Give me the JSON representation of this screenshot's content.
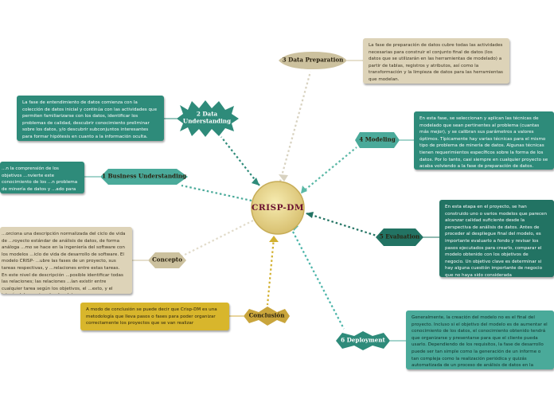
{
  "center": {
    "title": "CRISP-DM",
    "color": "#e8d27a"
  },
  "topics": {
    "data_understanding": {
      "label": "2 Data Understanding",
      "note": "La fase de entendimiento de datos comienza con la colección de datos inicial y continúa con las actividades que permiten familiarizarse con los datos, identificar los problemas de calidad, descubrir conocimiento preliminar sobre los datos, y/o descubrir subconjuntos interesantes para formar hipótesis en cuanto a la información oculta."
    },
    "data_preparation": {
      "label": "3 Data Preparation",
      "note": "La fase de preparación de datos cubre todas las actividades necesarias para construir el conjunto final de datos (los datos que se utilizarán en las herramientas de modelado) a partir de tablas, registros y atributos, así como la transformación y la limpieza de datos para las herramientas que modelan."
    },
    "modeling": {
      "label": "4 Modeling",
      "note": "En esta fase, se seleccionan y aplican las técnicas de modelado que sean pertinentes al problema (cuantas más mejor), y se calibran sus parámetros a valores óptimos. Típicamente hay varias técnicas para el mismo tipo de problema de minería de datos. Algunas técnicas tienen requerimientos específicos sobre la forma de los datos. Por lo tanto, casi siempre en cualquier proyecto se acaba volviendo a la fase de preparación de datos."
    },
    "business_understanding": {
      "label": "1 Business Understanding",
      "note": "...n la comprensión de los objetivos ...nvierte este conocimiento de los ...n problema de minería de datos y ...ado para alcanzar los objetivos."
    },
    "evaluation": {
      "label": "5 Evaluation",
      "note": "En esta etapa en el proyecto, se han construido uno o varios modelos que parecen alcanzar calidad suficiente desde la perspectiva de análisis de datos. Antes de proceder al despliegue final del modelo, es importante evaluarlo a fondo y revisar los pasos ejecutados para crearlo, comparar el modelo obtenido con los objetivos de negocio. Un objetivo clave es determinar si hay alguna cuestión importante de negocio que no haya sido considerada suficientemente. Al final de esta fase, se debería obtener una decisión sobre la aplicación de los resultados del proceso de análisis de datos."
    },
    "concepto": {
      "label": "Concepto",
      "note": "...orciona una descripción normalizada del ciclo de vida de ...royecto estándar de análisis de datos, de forma análoga ...mo se hace en la ingeniería del software con los modelos ...iclo de vida de desarrollo de software. El modelo CRISP- ...ubre las fases de un proyecto, sus tareas respectivas, y ...relaciones entre estas tareas. En este nivel de descripción ...posible identificar todas las relaciones; las relaciones ...ían existir entre cualquier tarea según los objetivos, el ...exto, y el interés del usuario sobre los datos."
    },
    "deployment": {
      "label": "6 Deployment",
      "note": "Generalmente, la creación del modelo no es el final del proyecto. Incluso si el objetivo del modelo es de aumentar el conocimiento de los datos, el conocimiento obtenido tendrá que organizarse y presentarse para que el cliente pueda usarlo. Dependiendo de los requisitos, la fase de desarrollo puede ser tan simple como la generación de un informe o tan compleja como la realización periódica y quizás automatizada de un proceso de análisis de datos en la organización."
    },
    "conclusion": {
      "label": "Conclusión",
      "note": "A modo de conclusión se puede decir que Crisp-DM es una metodología que lleva pasos o fases para poder organizar correctamente los proyectos que se van realizar"
    }
  },
  "colors": {
    "teal": "#2e8b7a",
    "dark_teal": "#227363",
    "light_teal": "#4aaa9a",
    "tan": "#ccc19e",
    "gold": "#d2a93a",
    "center_text": "#6a1030"
  }
}
